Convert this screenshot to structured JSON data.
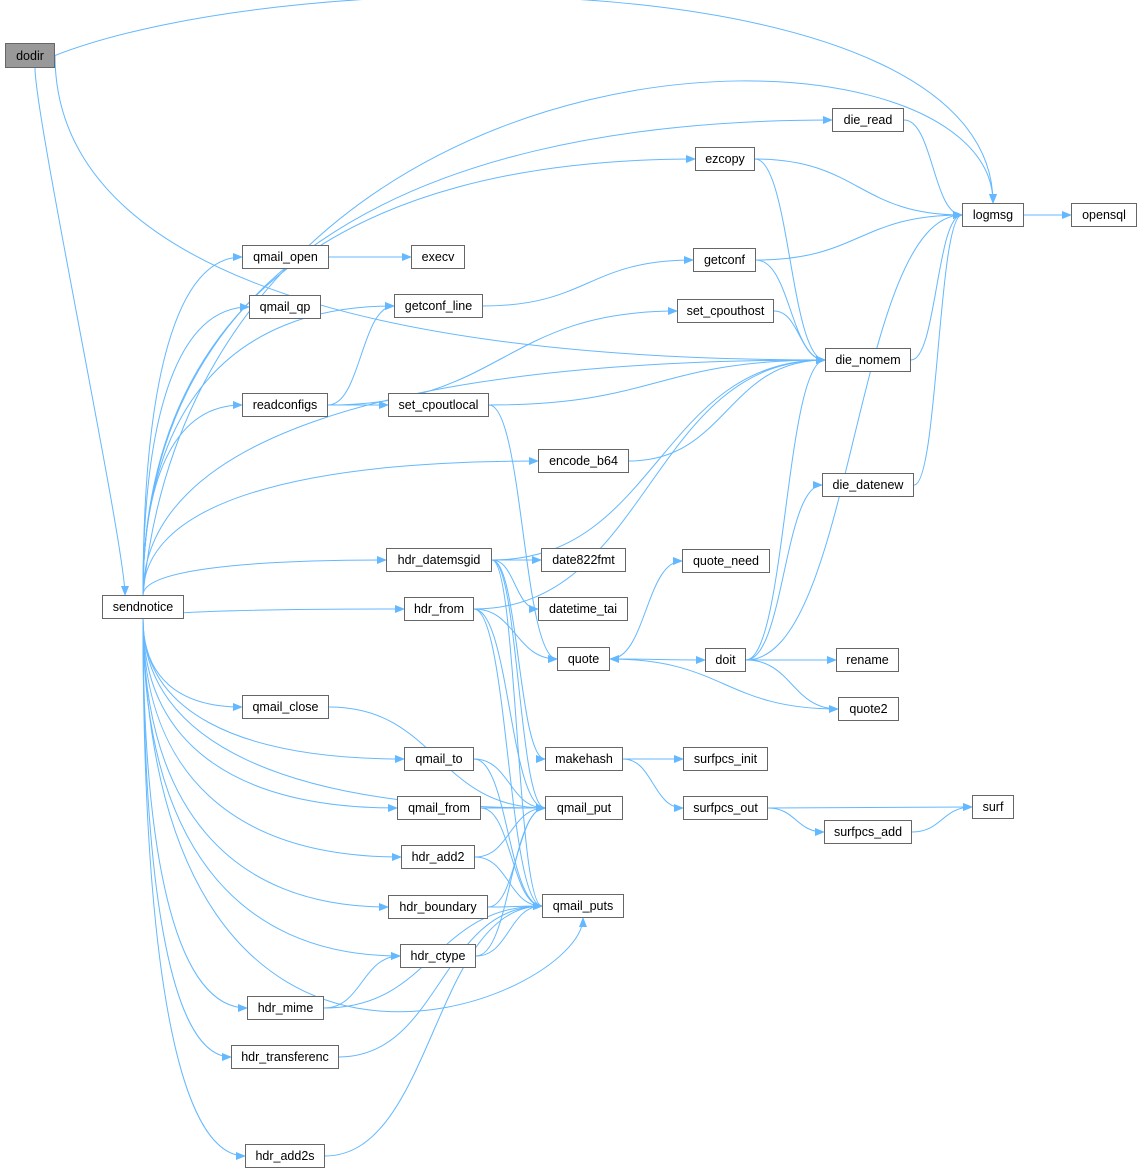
{
  "root": "dodir",
  "colors": {
    "edge": "#63b8ff",
    "root_fill": "#999999",
    "border": "#666666"
  },
  "nodes": {
    "dodir": "dodir",
    "sendnotice": "sendnotice",
    "logmsg": "logmsg",
    "opensql": "opensql",
    "die_read": "die_read",
    "ezcopy": "ezcopy",
    "qmail_open": "qmail_open",
    "execv": "execv",
    "getconf": "getconf",
    "qmail_qp": "qmail_qp",
    "getconf_line": "getconf_line",
    "set_cpouthost": "set_cpouthost",
    "die_nomem": "die_nomem",
    "readconfigs": "readconfigs",
    "set_cpoutlocal": "set_cpoutlocal",
    "encode_b64": "encode_b64",
    "die_datenew": "die_datenew",
    "hdr_datemsgid": "hdr_datemsgid",
    "date822fmt": "date822fmt",
    "quote_need": "quote_need",
    "hdr_from": "hdr_from",
    "datetime_tai": "datetime_tai",
    "quote": "quote",
    "doit": "doit",
    "rename": "rename",
    "qmail_close": "qmail_close",
    "quote2": "quote2",
    "qmail_to": "qmail_to",
    "makehash": "makehash",
    "surfpcs_init": "surfpcs_init",
    "qmail_from": "qmail_from",
    "qmail_put": "qmail_put",
    "surfpcs_out": "surfpcs_out",
    "surf": "surf",
    "hdr_add2": "hdr_add2",
    "surfpcs_add": "surfpcs_add",
    "hdr_boundary": "hdr_boundary",
    "qmail_puts": "qmail_puts",
    "hdr_ctype": "hdr_ctype",
    "hdr_mime": "hdr_mime",
    "hdr_transferenc": "hdr_transferenc",
    "hdr_add2s": "hdr_add2s"
  },
  "edges": [
    [
      "dodir",
      "logmsg"
    ],
    [
      "dodir",
      "die_nomem"
    ],
    [
      "dodir",
      "sendnotice"
    ],
    [
      "sendnotice",
      "logmsg"
    ],
    [
      "sendnotice",
      "die_read"
    ],
    [
      "sendnotice",
      "ezcopy"
    ],
    [
      "sendnotice",
      "qmail_open"
    ],
    [
      "sendnotice",
      "qmail_qp"
    ],
    [
      "sendnotice",
      "getconf_line"
    ],
    [
      "sendnotice",
      "readconfigs"
    ],
    [
      "sendnotice",
      "die_nomem"
    ],
    [
      "sendnotice",
      "encode_b64"
    ],
    [
      "sendnotice",
      "hdr_datemsgid"
    ],
    [
      "sendnotice",
      "hdr_from"
    ],
    [
      "sendnotice",
      "qmail_put"
    ],
    [
      "sendnotice",
      "qmail_close"
    ],
    [
      "sendnotice",
      "qmail_to"
    ],
    [
      "sendnotice",
      "qmail_from"
    ],
    [
      "sendnotice",
      "hdr_add2"
    ],
    [
      "sendnotice",
      "hdr_boundary"
    ],
    [
      "sendnotice",
      "hdr_ctype"
    ],
    [
      "sendnotice",
      "hdr_mime"
    ],
    [
      "sendnotice",
      "hdr_transferenc"
    ],
    [
      "sendnotice",
      "hdr_add2s"
    ],
    [
      "sendnotice",
      "qmail_puts"
    ],
    [
      "die_read",
      "logmsg"
    ],
    [
      "ezcopy",
      "logmsg"
    ],
    [
      "ezcopy",
      "die_nomem"
    ],
    [
      "qmail_open",
      "execv"
    ],
    [
      "getconf",
      "logmsg"
    ],
    [
      "getconf",
      "die_nomem"
    ],
    [
      "getconf_line",
      "getconf"
    ],
    [
      "set_cpouthost",
      "die_nomem"
    ],
    [
      "die_nomem",
      "logmsg"
    ],
    [
      "logmsg",
      "opensql"
    ],
    [
      "readconfigs",
      "getconf_line"
    ],
    [
      "readconfigs",
      "set_cpouthost"
    ],
    [
      "readconfigs",
      "set_cpoutlocal"
    ],
    [
      "set_cpoutlocal",
      "die_nomem"
    ],
    [
      "set_cpoutlocal",
      "quote"
    ],
    [
      "encode_b64",
      "die_nomem"
    ],
    [
      "die_datenew",
      "logmsg"
    ],
    [
      "hdr_datemsgid",
      "date822fmt"
    ],
    [
      "hdr_datemsgid",
      "datetime_tai"
    ],
    [
      "hdr_datemsgid",
      "die_nomem"
    ],
    [
      "hdr_datemsgid",
      "makehash"
    ],
    [
      "hdr_datemsgid",
      "qmail_put"
    ],
    [
      "hdr_datemsgid",
      "qmail_puts"
    ],
    [
      "hdr_from",
      "quote"
    ],
    [
      "hdr_from",
      "die_nomem"
    ],
    [
      "hdr_from",
      "qmail_put"
    ],
    [
      "hdr_from",
      "qmail_puts"
    ],
    [
      "quote",
      "quote_need"
    ],
    [
      "quote",
      "doit"
    ],
    [
      "doit",
      "rename"
    ],
    [
      "doit",
      "quote2"
    ],
    [
      "doit",
      "die_nomem"
    ],
    [
      "doit",
      "die_datenew"
    ],
    [
      "doit",
      "logmsg"
    ],
    [
      "quote2",
      "quote"
    ],
    [
      "qmail_close",
      "qmail_put"
    ],
    [
      "qmail_to",
      "qmail_put"
    ],
    [
      "qmail_to",
      "qmail_puts"
    ],
    [
      "makehash",
      "surfpcs_init"
    ],
    [
      "makehash",
      "surfpcs_out"
    ],
    [
      "qmail_from",
      "qmail_put"
    ],
    [
      "qmail_from",
      "qmail_puts"
    ],
    [
      "surfpcs_out",
      "surf"
    ],
    [
      "surfpcs_out",
      "surfpcs_add"
    ],
    [
      "surfpcs_add",
      "surf"
    ],
    [
      "hdr_add2",
      "qmail_put"
    ],
    [
      "hdr_add2",
      "qmail_puts"
    ],
    [
      "hdr_boundary",
      "qmail_put"
    ],
    [
      "hdr_boundary",
      "qmail_puts"
    ],
    [
      "hdr_ctype",
      "qmail_put"
    ],
    [
      "hdr_ctype",
      "qmail_puts"
    ],
    [
      "hdr_mime",
      "hdr_ctype"
    ],
    [
      "hdr_mime",
      "qmail_puts"
    ],
    [
      "hdr_transferenc",
      "qmail_puts"
    ],
    [
      "hdr_add2s",
      "qmail_puts"
    ]
  ]
}
